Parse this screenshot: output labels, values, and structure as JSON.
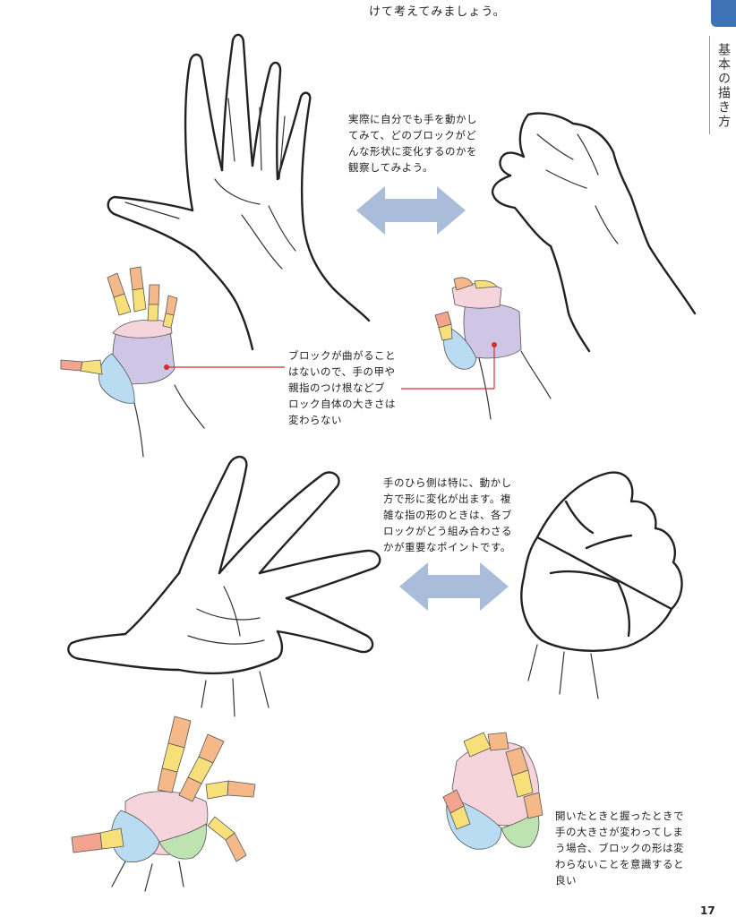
{
  "header": {
    "top_text": "けて考えてみましょう。",
    "chapter_label": "基本の描き方"
  },
  "notes": {
    "observe": [
      "実際に自分でも手を動かし",
      "てみて、どのブロックがど",
      "んな形状に変化するのかを",
      "観察してみよう。"
    ],
    "block_size": [
      "ブロックが曲がること",
      "はないので、手の甲や",
      "親指のつけ根などブ",
      "ロック自体の大きさは",
      "変わらない"
    ],
    "palm_side": [
      "手のひら側は特に、動かし",
      "方で形に変化が出ます。複",
      "雑な指の形のときは、各ブ",
      "ロックがどう組み合わさる",
      "かが重要なポイントです。"
    ],
    "open_closed": [
      "開いたときと握ったときで",
      "手の大きさが変わってしま",
      "う場合、ブロックの形は変",
      "わらないことを意識すると",
      "良い"
    ]
  },
  "page_number": "17",
  "colors": {
    "tab": "#3f73b8",
    "arrow": "#a9bcd9",
    "leader": "#d32f2f",
    "block_orange": "#f5b889",
    "block_yellow": "#f7e07a",
    "block_pink": "#f6d4dc",
    "block_lavender": "#cfc6e6",
    "block_blue": "#b9dcf2",
    "block_green": "#bfe3b0",
    "block_salmon": "#f2a48e"
  }
}
